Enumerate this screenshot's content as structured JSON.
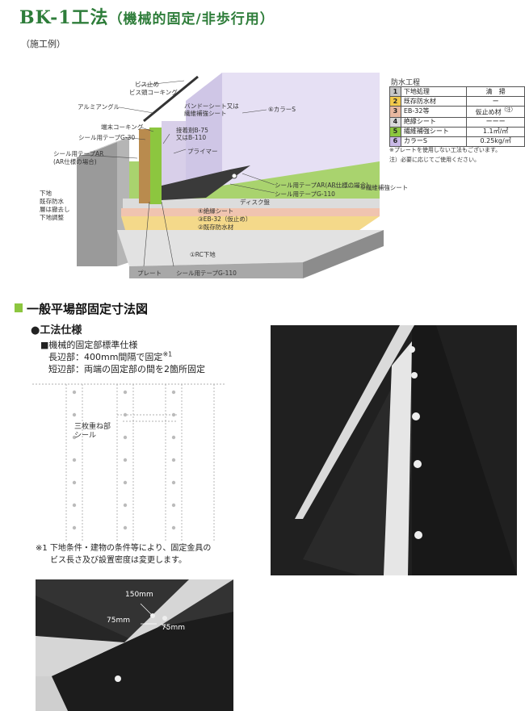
{
  "title": {
    "main": "BK-1工法",
    "sub": "（機械的固定/非歩行用）"
  },
  "example_label": "（施工例）",
  "diagram_labels": {
    "screw_cap": "ビス止め",
    "screw_caulk": "ビス頭コーキング",
    "aluminum_angle": "アルミアングル",
    "band_sheet": "バンドーシート又は",
    "fiber_sheet": "繊維補強シート",
    "color_s_top": "⑥カラーS",
    "end_caulk": "端末コーキング",
    "seal_tape_g30": "シール用テープG-30",
    "adhesive_b75": "接着剤B-75",
    "or_b110": "又はB-110",
    "seal_tape_ar": "シール用テープAR",
    "ar_case": "(AR仕様の場合)",
    "primer": "プライマー",
    "substrate_1": "下地",
    "substrate_2": "既存防水",
    "substrate_3": "層は撤去し",
    "substrate_4": "下地調整",
    "tape_ar_right": "シール用テープAR(AR仕様の場合)",
    "tape_g110_right": "シール用テープG-110",
    "disc_plate": "ディスク盤",
    "fiber_sheet_5": "⑤繊維補強シート",
    "insulation_4": "④絶縁シート",
    "eb32_3": "③EB-32（仮止め）",
    "existing_2": "②既存防水材",
    "rc_1": "①RC下地",
    "plate": "プレート",
    "tape_g110_bottom": "シール用テープG-110"
  },
  "process": {
    "title": "防水工程",
    "rows": [
      {
        "num": "1",
        "name": "下地処理",
        "material": "清　掃",
        "color": "#c6c6c6"
      },
      {
        "num": "2",
        "name": "既存防水材",
        "material": "ー",
        "color": "#f2c94c"
      },
      {
        "num": "3",
        "name": "EB-32等",
        "material": "仮止め材",
        "color": "#e8b8a0",
        "note": "（注）"
      },
      {
        "num": "4",
        "name": "絶縁シート",
        "material": "ーーー",
        "color": "#d8d8d8"
      },
      {
        "num": "5",
        "name": "繊維補強シート",
        "material": "1.1㎡/㎡",
        "color": "#8cc63f"
      },
      {
        "num": "6",
        "name": "カラーS",
        "material": "0.25kg/㎡",
        "color": "#c9b9e6"
      }
    ],
    "note1": "※プレートを使用しない工法もございます。",
    "note2": "注）必要に応じてご使用ください。"
  },
  "section": {
    "heading": "一般平場部固定寸法図",
    "method": "●工法仕様",
    "spec_title": "■機械的固定部標準仕様",
    "long_side": "長辺部：400mm間隔で固定",
    "long_mark": "※1",
    "short_side": "短辺部：両端の固定部の間を2箇所固定",
    "overlap_1": "三枚重ね部",
    "overlap_2": "シール",
    "footnote_1": "※1 下地条件・建物の条件等により、固定金具の",
    "footnote_2": "ビス長さ及び設置密度は変更します。"
  },
  "dimensions": {
    "d150": "150mm",
    "d75a": "75mm",
    "d75b": "75mm"
  },
  "colors": {
    "accent": "#2e7d3a",
    "green": "#8cc63f",
    "lavender": "#dcd3ee",
    "sheet": "#1f1f1f"
  }
}
